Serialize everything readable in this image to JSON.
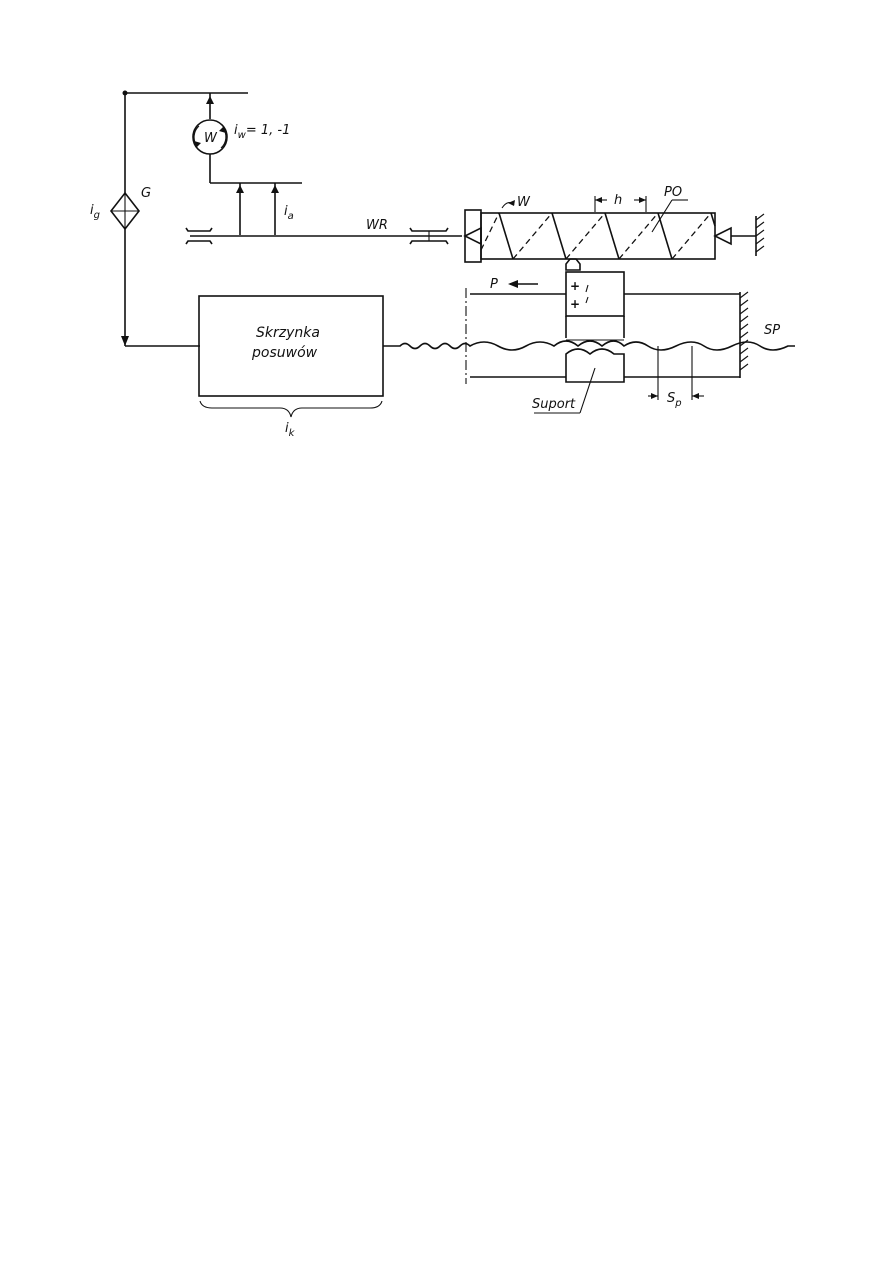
{
  "labels": {
    "i_g": "i",
    "i_g_sub": "g",
    "G": "G",
    "W_circle": "W",
    "i_w": "i",
    "i_w_sub": "w",
    "i_w_value": "= 1, -1",
    "i_a": "i",
    "i_a_sub": "a",
    "WR": "WR",
    "W_top": "W",
    "h": "h",
    "PO": "PO",
    "P": "P",
    "SP": "SP",
    "box_line1": "Skrzynka",
    "box_line2": "posuwów",
    "i_k": "i",
    "i_k_sub": "k",
    "Suport": "Suport",
    "S_p": "S",
    "S_p_sub": "p"
  }
}
